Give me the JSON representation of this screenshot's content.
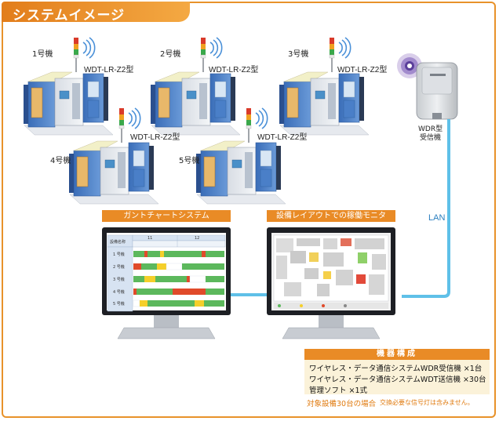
{
  "header": {
    "title": "システムイメージ"
  },
  "machines": [
    {
      "label": "1号機",
      "model": "WDT-LR-Z2型"
    },
    {
      "label": "2号機",
      "model": "WDT-LR-Z2型"
    },
    {
      "label": "3号機",
      "model": "WDT-LR-Z2型"
    },
    {
      "label": "4号機",
      "model": "WDT-LR-Z2型"
    },
    {
      "label": "5号機",
      "model": "WDT-LR-Z2型"
    }
  ],
  "receiver": {
    "label_line1": "WDR型",
    "label_line2": "受信機"
  },
  "network": {
    "label": "LAN"
  },
  "monitors": {
    "gantt": {
      "title": "ガントチャートシステム"
    },
    "layout": {
      "title": "設備レイアウトでの稼働モニタ"
    }
  },
  "gantt_chart": {
    "header_label": "設備名称",
    "day_labels": [
      "11",
      "12"
    ],
    "rows": [
      "1 号機",
      "2 号機",
      "3 号機",
      "4 号機",
      "5 号機"
    ]
  },
  "config": {
    "title": "機器構成",
    "items": [
      "ワイヤレス・データ通信システムWDR受信機 ×1台",
      "ワイヤレス・データ通信システムWDT送信機 ×30台",
      "管理ソフト ×1式"
    ],
    "note_main": "対象設備30台の場合",
    "note_sub": "交換必要な信号灯は含みません。"
  },
  "colors": {
    "accent": "#e98b26",
    "lan_cable": "#5fc0e8",
    "machine_blue": "#4a7fc8",
    "status_green": "#5cb85c",
    "status_red": "#e04a2a",
    "status_yellow": "#f5cf2a"
  }
}
